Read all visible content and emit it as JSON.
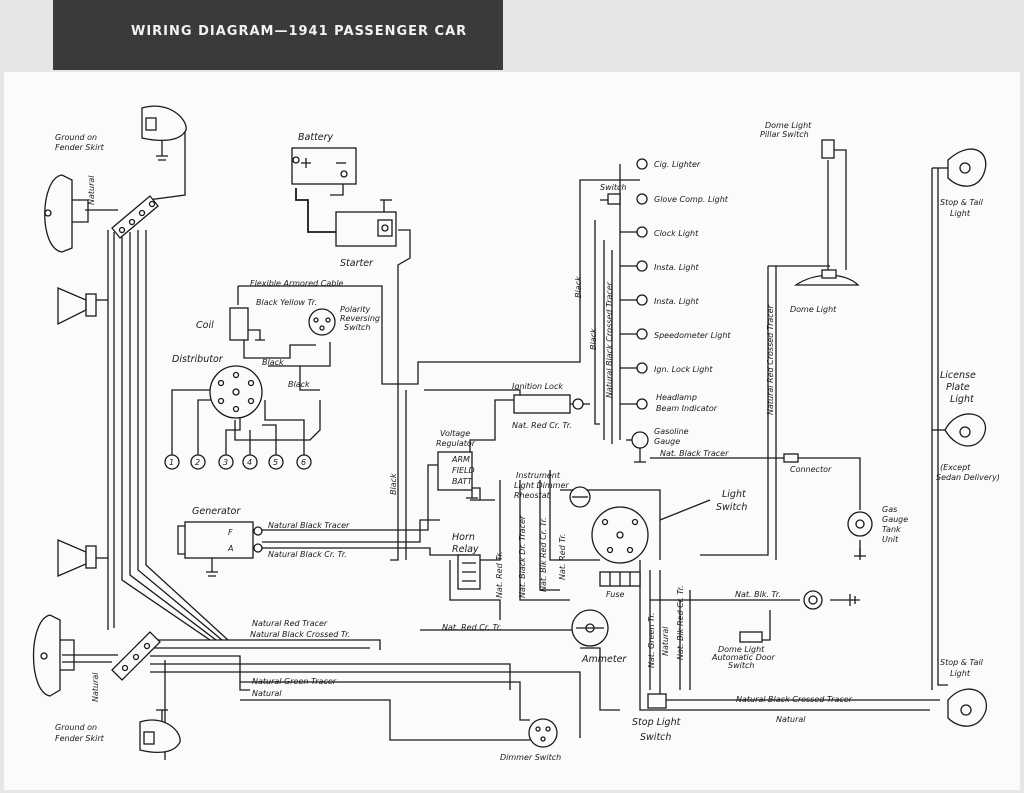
{
  "title": "WIRING DIAGRAM—1941 PASSENGER CAR",
  "labels": {
    "ground_fender_top": [
      "Ground on",
      "Fender Skirt"
    ],
    "ground_fender_bottom": [
      "Ground on",
      "Fender Skirt"
    ],
    "natural_top": "Natural",
    "natural_bottom": "Natural",
    "battery": "Battery",
    "starter": "Starter",
    "flexible_cable": "Flexible Armored Cable",
    "black_yellow_tr": "Black Yellow Tr.",
    "coil": "Coil",
    "polarity_switch": [
      "Polarity",
      "Reversing",
      "Switch"
    ],
    "distributor": "Distributor",
    "black_1": "Black",
    "black_2": "Black",
    "dist_numbers": [
      "1",
      "2",
      "3",
      "4",
      "5",
      "6"
    ],
    "generator": "Generator",
    "gen_f": "F",
    "gen_a": "A",
    "natural_black_tracer": "Natural Black Tracer",
    "natural_black_cr_tr": "Natural Black Cr. Tr.",
    "voltage_regulator": [
      "Voltage",
      "Regulator"
    ],
    "reg_arm": "ARM",
    "reg_field": "FIELD",
    "reg_batt": "BATT",
    "horn_relay": [
      "Horn",
      "Relay"
    ],
    "ignition_lock": "Ignition Lock",
    "nat_red_cr_tr_1": "Nat. Red Cr. Tr.",
    "nat_red_cr_tr_2": "Nat. Red Cr. Tr.",
    "black_vertical_left": "Black",
    "black_vertical_top": "Black",
    "black_vertical_mid": "Black",
    "nat_black_crossed_tracer_v": "Natural Black Crossed Tracer",
    "nat_red_crossed_tracer_v": "Natural Red Crossed Tracer",
    "instrument_rheostat": [
      "Instrument",
      "Light Dimmer",
      "Rheostat"
    ],
    "nat_red_tr_v": "Nat. Red Tr.",
    "nat_black_dr_tracer_v": "Nat. Black Dr. Tracer",
    "nat_blk_red_cr_tr_v": "Nat. Blk Red Cr. Tr.",
    "nat_red_tr_v2": "Nat. Red Tr.",
    "cig_lighter": "Cig. Lighter",
    "switch": "Switch",
    "glove_comp_light": "Glove Comp. Light",
    "clock_light": "Clock Light",
    "insta_light_1": "Insta. Light",
    "insta_light_2": "Insta. Light",
    "speedometer_light": "Speedometer Light",
    "ign_lock_light": "Ign. Lock Light",
    "headlamp_beam": [
      "Headlamp",
      "Beam Indicator"
    ],
    "gasoline_gauge": [
      "Gasoline",
      "Gauge"
    ],
    "nat_black_tracer_2": "Nat. Black Tracer",
    "connector": "Connector",
    "gas_gauge_tank": [
      "Gas",
      "Gauge",
      "Tank",
      "Unit"
    ],
    "light_switch": [
      "Light",
      "Switch"
    ],
    "fuse": "Fuse",
    "nat_blk_tr": "Nat. Blk. Tr.",
    "dome_light_pillar": [
      "Dome Light",
      "Pillar Switch"
    ],
    "dome_light": "Dome Light",
    "dome_light_door": [
      "Dome Light",
      "Automatic Door",
      "Switch"
    ],
    "stop_tail_top": [
      "Stop & Tail",
      "Light"
    ],
    "stop_tail_bottom": [
      "Stop & Tail",
      "Light"
    ],
    "license_plate": [
      "License",
      "Plate",
      "Light"
    ],
    "except_sedan": [
      "(Except",
      "Sedan Delivery)"
    ],
    "nat_green_tr_v": "Nat. Green Tr.",
    "natural_v": "Natural",
    "nat_blk_red_cr_tr_v2": "Nat. Blk Red Cr. Tr.",
    "ammeter": "Ammeter",
    "natural_red_tracer": "Natural Red Tracer",
    "natural_black_crossed_tr": "Natural Black Crossed Tr.",
    "natural_green_tracer": "Natural Green Tracer",
    "natural_low": "Natural",
    "nat_black_crossed_tracer_h": "Natural Black Crossed Tracer",
    "natural_h": "Natural",
    "stop_light_switch": [
      "Stop Light",
      "Switch"
    ],
    "dimmer_switch": "Dimmer Switch"
  }
}
